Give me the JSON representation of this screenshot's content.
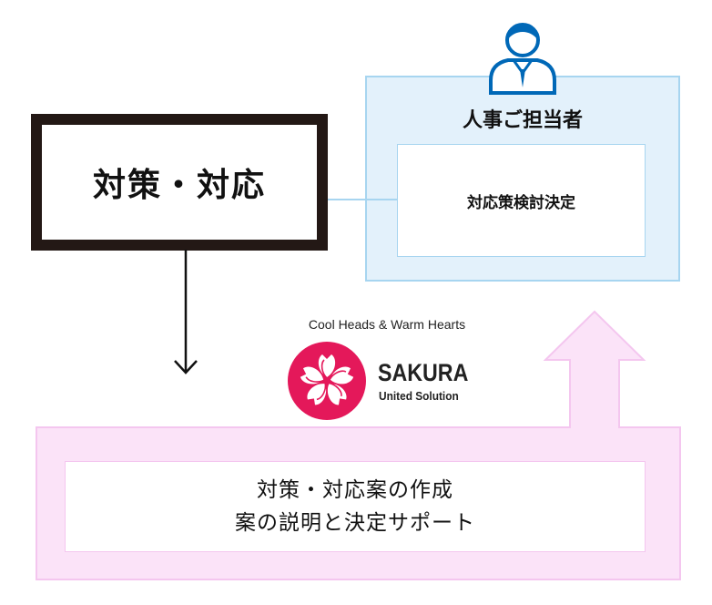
{
  "main_box": {
    "label": "対策・対応"
  },
  "hr_panel": {
    "title": "人事ご担当者",
    "task": "対応策検討決定"
  },
  "logo": {
    "tagline": "Cool Heads & Warm Hearts",
    "name": "SAKURA",
    "subtitle": "United Solution",
    "circle_color": "#e4185a"
  },
  "bottom_box": {
    "line1": "対策・対応案の作成",
    "line2": "案の説明と決定サポート"
  },
  "colors": {
    "hr_panel_fill": "#e3f1fb",
    "hr_panel_border": "#a7d5f0",
    "support_fill": "#fbe3f8",
    "support_border": "#f4c6ef",
    "person_blue": "#0068b7"
  }
}
